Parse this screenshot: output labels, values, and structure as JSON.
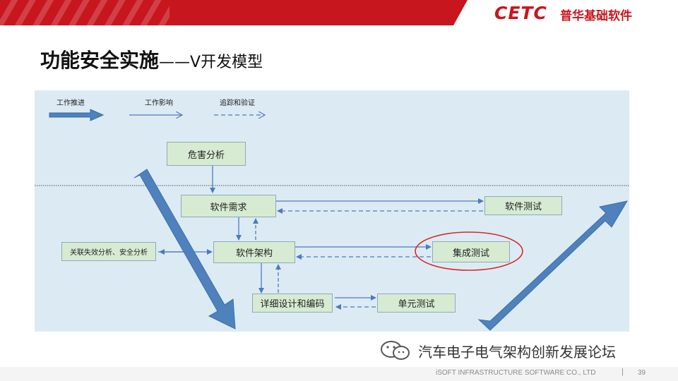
{
  "header": {
    "logo_text": "CETC",
    "company": "普华基础软件"
  },
  "title": {
    "main": "功能安全实施",
    "sub": "——V开发模型"
  },
  "legend": {
    "push": "工作推进",
    "impact": "工作影响",
    "trace": "追踪和验证"
  },
  "boxes": {
    "hazard": "危害分析",
    "sw_req": "软件需求",
    "sw_arch": "软件架构",
    "detail": "详细设计和编码",
    "sw_test": "软件测试",
    "integ_test": "集成测试",
    "unit_test": "单元测试",
    "fault_analysis": "关联失效分析、安全分析"
  },
  "colors": {
    "banner": "#c8161e",
    "panel": "#dcebf3",
    "box": "#d6ebd2",
    "arrow": "#4a7bbf",
    "big_arrow": "#4f81bd",
    "highlight_ring": "#d42a2a"
  },
  "watermark": "汽车电子电气架构创新发展论坛",
  "footer": {
    "company": "iSOFT INFRASTRUCTURE SOFTWARE CO., LTD",
    "separator": "|",
    "page": "39"
  }
}
